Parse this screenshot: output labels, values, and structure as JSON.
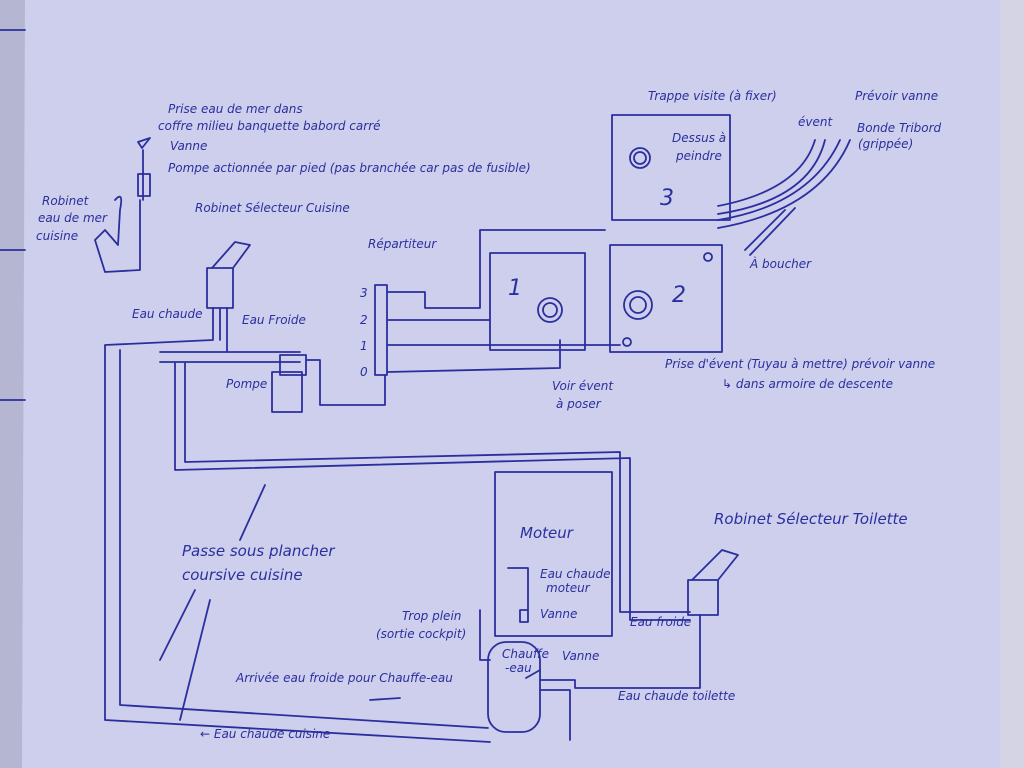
{
  "labels": {
    "prise_eau_mer": "Prise eau de mer dans",
    "prise_eau_mer2": "coffre milieu banquette babord carré",
    "vanne_top": "Vanne",
    "pompe_pied": "Pompe actionnée par pied (pas branchée car pas de fusible)",
    "robinet_eau_mer": "Robinet",
    "robinet_eau_mer2": "eau de mer",
    "robinet_eau_mer3": "cuisine",
    "robinet_selecteur_cuisine": "Robinet Sélecteur Cuisine",
    "eau_chaude": "Eau chaude",
    "eau_froide": "Eau Froide",
    "pompe": "Pompe",
    "repartiteur": "Répartiteur",
    "rep_3": "3",
    "rep_2": "2",
    "rep_1": "1",
    "rep_0": "0",
    "tank_1": "1",
    "tank_2": "2",
    "tank_3": "3",
    "trappe": "Trappe visite (à fixer)",
    "dessus": "Dessus à",
    "dessus2": "peindre",
    "event": "évent",
    "prevoir_vanne": "Prévoir vanne",
    "bonde": "Bonde Tribord",
    "bonde2": "(grippée)",
    "a_boucher": "À boucher",
    "prise_event": "Prise d'évent (Tuyau à mettre) prévoir vanne",
    "armoire": "↳ dans armoire de descente",
    "voir_event": "Voir évent",
    "voir_event2": "à poser",
    "passe": "Passe sous plancher",
    "passe2": "coursive cuisine",
    "moteur": "Moteur",
    "eau_chaude_moteur": "Eau chaude",
    "eau_chaude_moteur2": "moteur",
    "vanne_moteur": "Vanne",
    "trop_plein": "Trop plein",
    "trop_plein2": "(sortie cockpit)",
    "chauffe_eau": "Chauffe",
    "chauffe_eau2": "-eau",
    "vanne_ce": "Vanne",
    "robinet_toilette": "Robinet Sélecteur Toilette",
    "eau_froide_toilette": "Eau froide",
    "eau_chaude_toilette": "Eau chaude toilette",
    "arrivee": "Arrivée eau froide pour Chauffe-eau",
    "eau_chaude_cuisine": "← Eau chaude cuisine"
  },
  "colors": {
    "ink": "#2b2f9e",
    "paper": "#cdcfec"
  }
}
